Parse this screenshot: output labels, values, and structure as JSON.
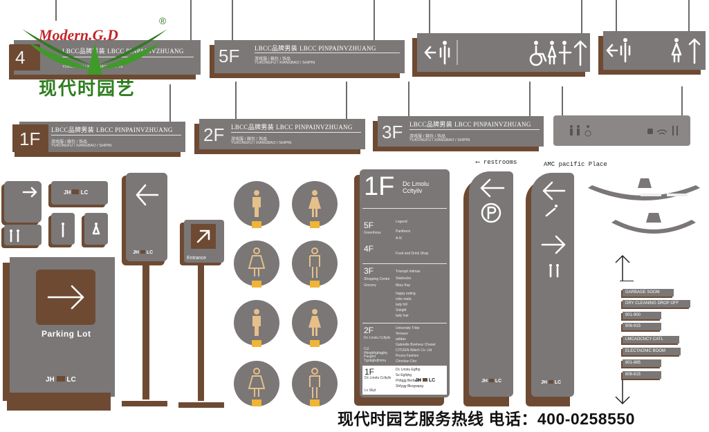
{
  "logo": {
    "text_en": "Modern.G.D",
    "registered": "®",
    "text_cn": "现代时园艺"
  },
  "hanging_signs": [
    {
      "floor": "4",
      "brand": "LBCC品牌男装",
      "brand_en": "LBCC PINPAINVZHUANG",
      "sub": "YUKONGFU / XIANGBAO / SHIPIN"
    },
    {
      "floor": "5F",
      "brand": "LBCC品牌男装",
      "brand_en": "LBCC PINPAINVZHUANG",
      "sub_cn": "游戏服 / 箱包 / 饰品",
      "sub": "YUKONGFU / XIANGBAO / SHIPIN"
    },
    {
      "floor": "1F",
      "brand": "LBCC品牌男装",
      "brand_en": "LBCC PINPAINVZHUANG",
      "sub_cn": "游戏服 / 箱包 / 饰品",
      "sub": "YUKONGFU / XIANGBAO / SHIPIN"
    },
    {
      "floor": "2F",
      "brand": "LBCC品牌男装",
      "brand_en": "LBCC PINPAINVZHUANG",
      "sub_cn": "游戏服 / 箱包 / 饰品",
      "sub": "YUKONGFU / XIANGBAO / SHIPIN"
    },
    {
      "floor": "3F",
      "brand": "LBCC品牌男装",
      "brand_en": "LBCC PINPAINVZHUANG",
      "sub_cn": "游戏服 / 箱包 / 饰品",
      "sub": "YUKONGFU / XIANGBAO / SHIPIN"
    }
  ],
  "jhlc": {
    "left": "JH",
    "right": "LC"
  },
  "entrance": "Entrance",
  "parking": "Parking Lot",
  "directory": {
    "title_floor": "1F",
    "title_name": "Dc Lmolu",
    "title_name2": "Ccltyilv",
    "floors": [
      {
        "f": "5F",
        "cat": "Greenhous",
        "items": [
          "Legend",
          "Pantheon",
          "A·N"
        ]
      },
      {
        "f": "4F",
        "cat": "",
        "items": [
          "Food and Drink Shop"
        ]
      },
      {
        "f": "3F",
        "cat": "Shopping Centre",
        "cat2": "Grocery",
        "items": [
          "Triumph Intimas",
          "Starbucks",
          "Mary Kay",
          "happy eating",
          "robo mata",
          "lady hill",
          "Sokgitt",
          "lady hair"
        ]
      },
      {
        "f": "2F",
        "cat": "Dc Lmolu Ccltyilv",
        "cat2": "Ccl Hkogbhgbqgbq Paugml Tgobgbqfmmu",
        "items": [
          "University Tribe",
          "Versace",
          "adidas",
          "Gabrielle Bonheur Chanel",
          "CITIZEN Watch Co. Ltd",
          "Prucia Fashion",
          "Christian Dior"
        ]
      },
      {
        "f": "1F",
        "cat": "Dc Lmolu Ccltyilv",
        "cat2": "Lc Skyt",
        "items": [
          "Dc Lmolu Egfhp",
          "Sz Egfqhg",
          "Fhfqgg Berboeffl",
          "Shfygg Bkvgwqeg"
        ]
      }
    ]
  },
  "restrooms_caption": "restrooms",
  "place_caption": "AMC pacific Place",
  "directions": [
    "GARBAGE SOOM",
    "DRY CLEANING DROP OFF",
    "901-900",
    "906-915",
    "LMCAOCNCY CATL",
    "ELECTAONIC BOOM",
    "801-885",
    "806-815"
  ],
  "hotline": "现代时园艺服务热线 电话：400-0258550",
  "colors": {
    "panel": "#7a7776",
    "accent": "#6e4a33",
    "highlight": "#f0b437",
    "logo_green": "#2f7d1f",
    "logo_red": "#c0262b"
  }
}
